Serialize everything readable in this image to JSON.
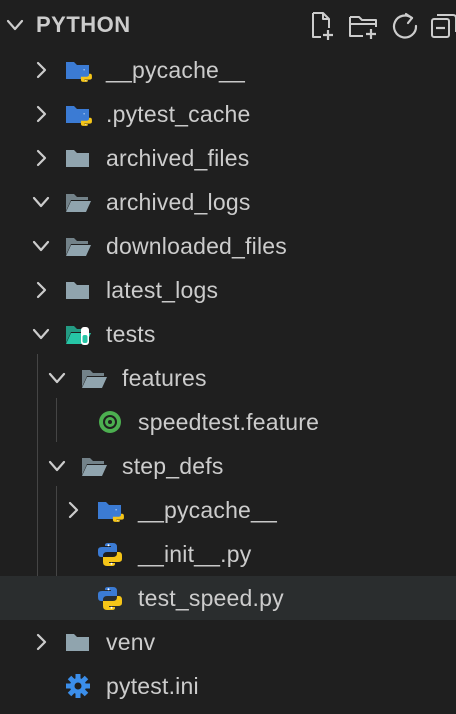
{
  "explorer": {
    "section_title": "PYTHON",
    "actions": [
      {
        "name": "new-file-button",
        "icon": "new-file-icon"
      },
      {
        "name": "new-folder-button",
        "icon": "new-folder-icon"
      },
      {
        "name": "refresh-button",
        "icon": "refresh-icon"
      },
      {
        "name": "collapse-all-button",
        "icon": "collapse-all-icon"
      }
    ]
  },
  "tree": {
    "items": [
      {
        "label": "__pycache__",
        "depth": 0,
        "kind": "python-folder",
        "state": "collapsed"
      },
      {
        "label": ".pytest_cache",
        "depth": 0,
        "kind": "python-folder",
        "state": "collapsed"
      },
      {
        "label": "archived_files",
        "depth": 0,
        "kind": "folder",
        "state": "collapsed"
      },
      {
        "label": "archived_logs",
        "depth": 0,
        "kind": "folder",
        "state": "expanded"
      },
      {
        "label": "downloaded_files",
        "depth": 0,
        "kind": "folder",
        "state": "expanded"
      },
      {
        "label": "latest_logs",
        "depth": 0,
        "kind": "folder",
        "state": "collapsed"
      },
      {
        "label": "tests",
        "depth": 0,
        "kind": "tests-folder",
        "state": "expanded"
      },
      {
        "label": "features",
        "depth": 1,
        "kind": "folder",
        "state": "expanded"
      },
      {
        "label": "speedtest.feature",
        "depth": 2,
        "kind": "cucumber-file",
        "state": "file"
      },
      {
        "label": "step_defs",
        "depth": 1,
        "kind": "folder",
        "state": "expanded"
      },
      {
        "label": "__pycache__",
        "depth": 2,
        "kind": "python-folder",
        "state": "collapsed"
      },
      {
        "label": "__init__.py",
        "depth": 2,
        "kind": "python-file",
        "state": "file"
      },
      {
        "label": "test_speed.py",
        "depth": 2,
        "kind": "python-file",
        "state": "file",
        "selected": true
      },
      {
        "label": "venv",
        "depth": 0,
        "kind": "folder",
        "state": "collapsed"
      },
      {
        "label": "pytest.ini",
        "depth": 0,
        "kind": "settings-file",
        "state": "file"
      }
    ]
  },
  "colors": {
    "background": "#1f1f1f",
    "selected_row": "#2a2d2e",
    "folder_gray": "#90a4ae",
    "python_blue": "#3b7bd4",
    "python_yellow": "#f5c518",
    "tests_teal": "#26c6a6",
    "cucumber_green": "#4caf50",
    "gear_blue": "#3b8eea"
  }
}
